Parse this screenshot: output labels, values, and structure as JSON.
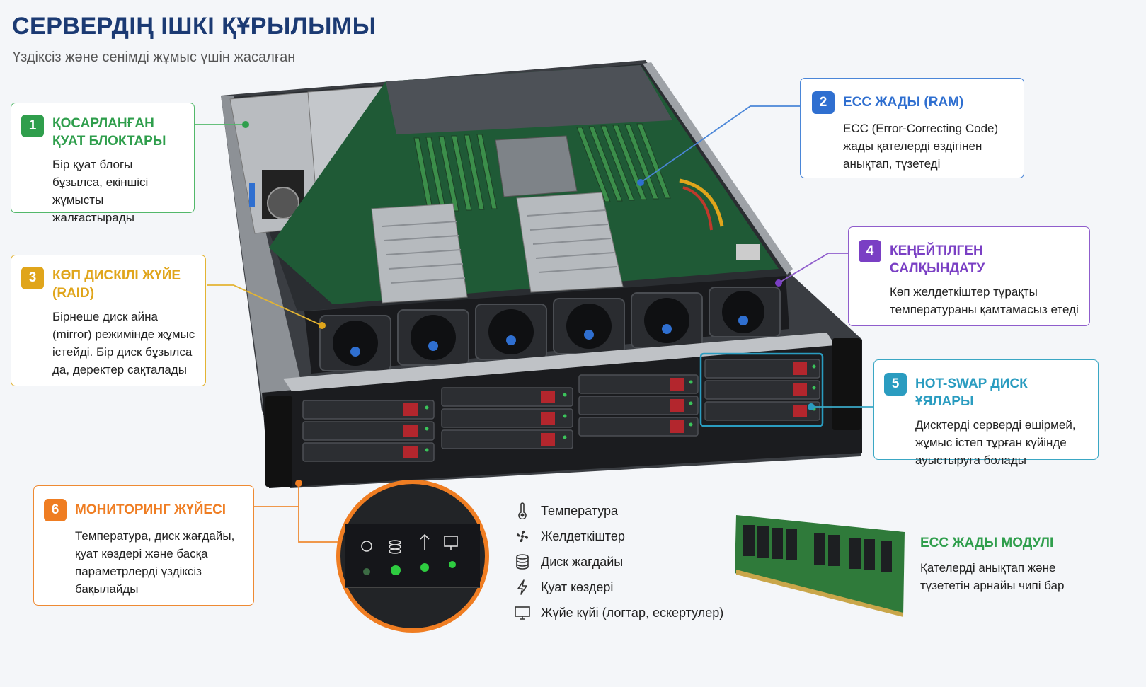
{
  "title": "СЕРВЕРДІҢ ІШКІ ҚҰРЫЛЫМЫ",
  "subtitle": "Үздіксіз және сенімді жұмыс үшін жасалған",
  "callouts": [
    {
      "number": "1",
      "title": "ҚОСАРЛАНҒАН ҚУАТ БЛОКТАРЫ",
      "body": "Бір қуат блогы бұзылса, екіншісі жұмысты жалғастырады",
      "color": "#2f9e4c"
    },
    {
      "number": "2",
      "title": "ECC ЖАДЫ (RAM)",
      "body": "ECC (Error-Correcting Code) жады қателерді өздігінен анықтап, түзетеді",
      "color": "#2f6fd0"
    },
    {
      "number": "3",
      "title": "КӨП ДИСКІЛІ ЖҮЙЕ (RAID)",
      "body": "Бірнеше диск айна (mirror) режимінде жұмыс істейді. Бір диск бұзылса да, деректер сақталады",
      "color": "#e0a51b"
    },
    {
      "number": "4",
      "title": "КЕҢЕЙТІЛГЕН САЛҚЫНДАТУ",
      "body": "Көп желдеткіштер тұрақты температураны қамтамасыз етеді",
      "color": "#7a3fc4"
    },
    {
      "number": "5",
      "title": "HOT-SWAP ДИСК ҰЯЛАРЫ",
      "body": "Дисктерді серверді өшірмей, жұмыс істеп тұрған күйінде ауыстыруға болады",
      "color": "#2a9cc0"
    },
    {
      "number": "6",
      "title": "МОНИТОРИНГ ЖҮЙЕСІ",
      "body": "Температура, диск жағдайы, қуат көздері және басқа параметрлерді үздіксіз бақылайды",
      "color": "#ef7d22"
    }
  ],
  "monitoring_items": [
    {
      "icon": "thermometer-icon",
      "label": "Температура"
    },
    {
      "icon": "fan-icon",
      "label": "Желдеткіштер"
    },
    {
      "icon": "disk-icon",
      "label": "Диск жағдайы"
    },
    {
      "icon": "lightning-icon",
      "label": "Қуат көздері"
    },
    {
      "icon": "monitor-icon",
      "label": "Жүйе күйі (логтар, ескертулер)"
    }
  ],
  "ecc_module": {
    "title": "ECC ЖАДЫ МОДУЛІ",
    "body": "Қателерді анықтап және түзететін арнайы чипі бар"
  }
}
